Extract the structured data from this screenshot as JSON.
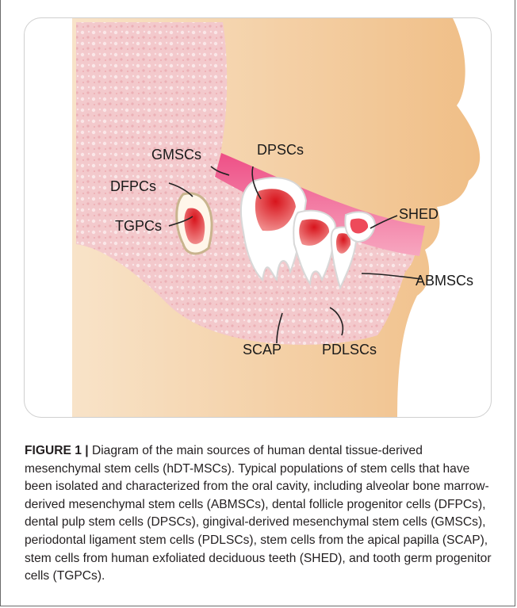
{
  "figure": {
    "labels": {
      "gmscs": "GMSCs",
      "dpscs": "DPSCs",
      "dfpcs": "DFPCs",
      "tgpcs": "TGPCs",
      "shed": "SHED",
      "abmscs": "ABMSCs",
      "scap": "SCAP",
      "pdlscs": "PDLSCs"
    }
  },
  "caption": {
    "label": "FIGURE 1 |",
    "text": " Diagram of the main sources of human dental tissue-derived mesenchymal stem cells (hDT-MSCs). Typical populations of stem cells that have been isolated and characterized from the oral cavity, including alveolar bone marrow-derived mesenchymal stem cells (ABMSCs), dental follicle progenitor cells (DFPCs), dental pulp stem cells (DPSCs), gingival-derived mesenchymal stem cells (GMSCs), periodontal ligament stem cells (PDLSCs), stem cells from the apical papilla (SCAP), stem cells from human exfoliated deciduous teeth (SHED), and tooth germ progenitor cells (TGPCs)."
  },
  "colors": {
    "skin_light": "#f8dfc0",
    "skin_dark": "#f1c08a",
    "bone": "#f2c3c6",
    "gum": "#e8477a",
    "pulp": "#d91f26",
    "enamel": "#ffffff"
  }
}
